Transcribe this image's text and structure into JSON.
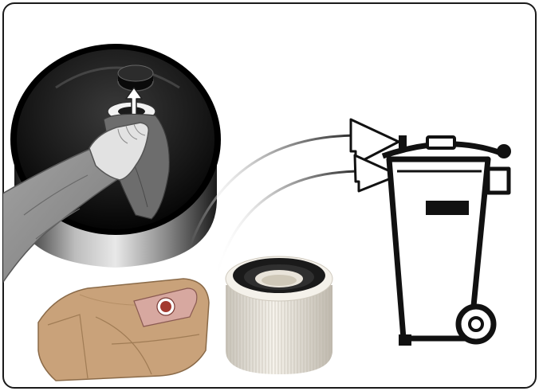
{
  "illustration": {
    "steps": [
      {
        "id": "remove-bag",
        "icon": "hand-pulling-bag-out-of-vacuum-tub-icon"
      },
      {
        "id": "used-items",
        "icon": "paper-filter-bag-and-cartridge-filter-icon"
      },
      {
        "id": "dispose",
        "icon": "crossed-out-wheelie-bin-icon"
      }
    ],
    "arrows": [
      "upward-pull-arrow",
      "curved-arrow-to-bin",
      "curved-arrow-to-bin"
    ],
    "colors": {
      "frame": "#1a1a1a",
      "tub_dark": "#111111",
      "sleeve": "#8d8d8d",
      "paper_bag": "#c9a27a",
      "filter_pleats": "#f0ece4",
      "bin_line": "#111111"
    }
  }
}
